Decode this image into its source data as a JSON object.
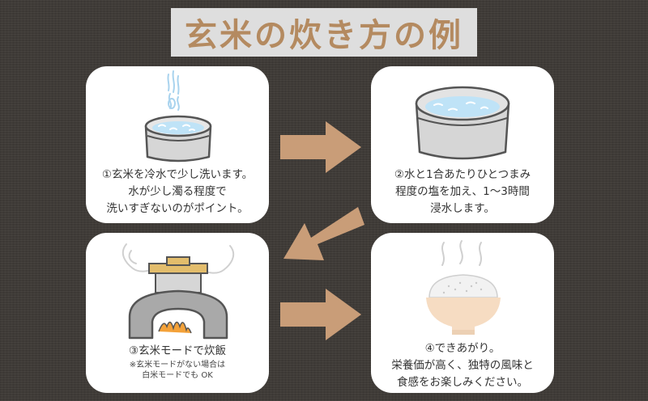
{
  "title": "玄米の炊き方の例",
  "colors": {
    "background": "#3f3b37",
    "title_text": "#b48a60",
    "arrow": "#c99d78",
    "water": "#bfe3f7",
    "pot": "#d6d6d6"
  },
  "steps": [
    {
      "lines": [
        "①玄米を冷水で少し洗います。",
        "水が少し濁る程度で",
        "洗いすぎないのがポイント。"
      ],
      "icon": "washing-pot-icon"
    },
    {
      "lines": [
        "②水と1合あたりひとつまみ",
        "程度の塩を加え、1〜3時間",
        "浸水します。"
      ],
      "icon": "soaking-pot-icon"
    },
    {
      "lines": [
        "③玄米モードで炊飯"
      ],
      "notes": [
        "※玄米モードがない場合は",
        "白米モードでも OK"
      ],
      "icon": "stove-pot-icon"
    },
    {
      "lines": [
        "④できあがり。",
        "栄養価が高く、独特の風味と",
        "食感をお楽しみください。"
      ],
      "icon": "rice-bowl-icon"
    }
  ]
}
